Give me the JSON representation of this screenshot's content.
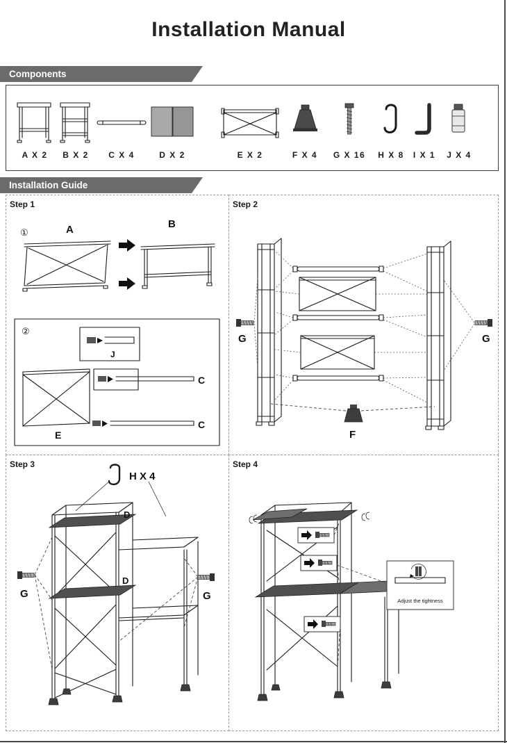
{
  "page": {
    "title": "Installation  Manual"
  },
  "colors": {
    "banner_bg": "#6b6b6b",
    "panel_fill": "#4f4f4f",
    "line": "#1a1a1a"
  },
  "components": {
    "banner": "Components",
    "items": [
      {
        "name": "frame-a",
        "label": "A X 2"
      },
      {
        "name": "frame-b",
        "label": "B X 2"
      },
      {
        "name": "rod-c",
        "label": "C X 4"
      },
      {
        "name": "panel-d",
        "label": "D X 2"
      },
      {
        "name": "brace-e",
        "label": "E X 2"
      },
      {
        "name": "foot-f",
        "label": "F X 4"
      },
      {
        "name": "screw-g",
        "label": "G X 16"
      },
      {
        "name": "hook-h",
        "label": "H X 8"
      },
      {
        "name": "allen-key-i",
        "label": "I X 1"
      },
      {
        "name": "connector-j",
        "label": "J X 4"
      }
    ]
  },
  "guide": {
    "banner": "Installation Guide",
    "step1": {
      "title": "Step 1",
      "marker1": "①",
      "marker2": "②",
      "label_a": "A",
      "label_b": "B",
      "label_c_top": "C",
      "label_c_bottom": "C",
      "label_e": "E",
      "label_j": "J"
    },
    "step2": {
      "title": "Step 2",
      "label_g_left": "G",
      "label_g_right": "G",
      "label_f": "F"
    },
    "step3": {
      "title": "Step 3",
      "label_h": "H X 4",
      "label_d_top": "D",
      "label_d_bottom": "D",
      "label_g_left": "G",
      "label_g_right": "G"
    },
    "step4": {
      "title": "Step 4",
      "callout": "Adjust the tightness"
    }
  }
}
